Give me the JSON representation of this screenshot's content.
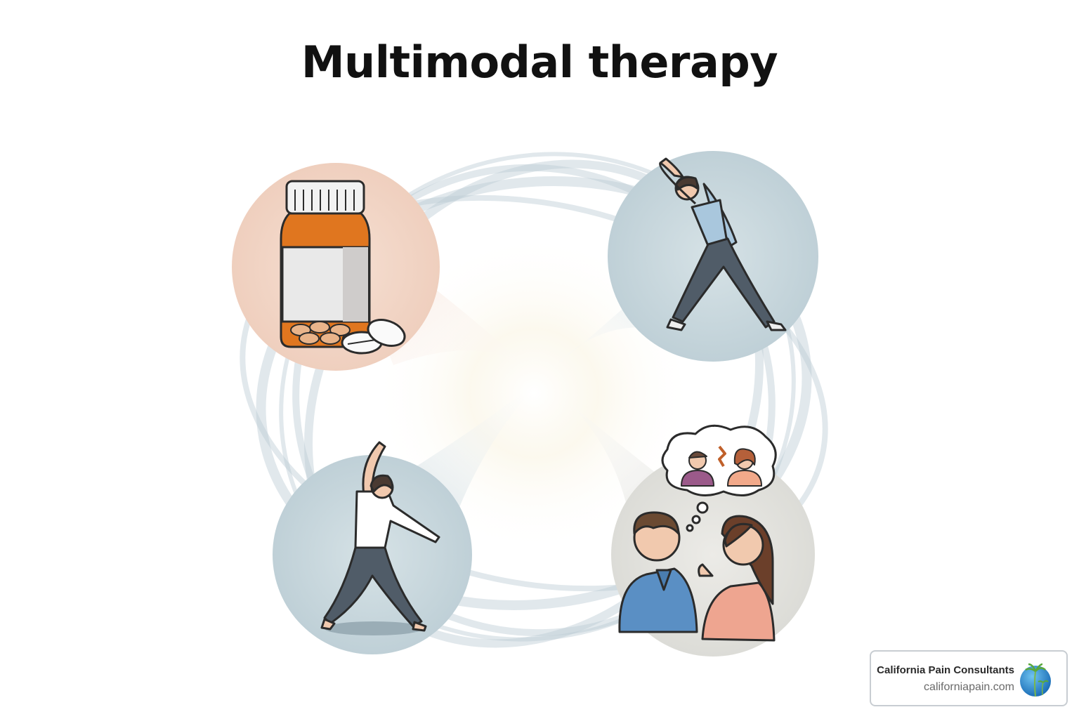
{
  "title": "Multimodal therapy",
  "nodes": [
    {
      "id": "medication",
      "icon": "pill-bottle-icon",
      "bubble_color": "#f3d9cc"
    },
    {
      "id": "stretching",
      "icon": "side-stretch-person-icon",
      "bubble_color": "#c9d7dc"
    },
    {
      "id": "exercise",
      "icon": "exercising-person-icon",
      "bubble_color": "#c2d2d8"
    },
    {
      "id": "counseling",
      "icon": "conversation-people-icon",
      "bubble_color": "#e2e2de"
    }
  ],
  "badge": {
    "name": "California Pain Consultants",
    "url": "californiapain.com",
    "logo_icon": "palm-tree-globe-icon"
  },
  "colors": {
    "ring": "#b9ccd4",
    "bottle_orange": "#e0761f",
    "shirt_blue": "#5a8fc4",
    "pants_gray": "#4f5a66"
  }
}
